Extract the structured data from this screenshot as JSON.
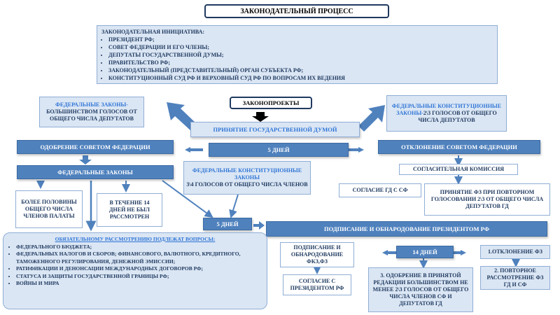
{
  "title": "ЗАКОНОДАТЕЛЬНЫЙ ПРОЦЕСС",
  "initiative": {
    "heading": "ЗАКОНОДАТЕЛЬНАЯ ИНИЦИАТИВА:",
    "items": [
      "ПРЕЗИДЕНТ РФ;",
      "СОВЕТ ФЕДЕРАЦИИ И ЕГО ЧЛЕНЫ;",
      "ДЕПУТАТЫ ГОСУДАРСТВЕННОЙ ДУМЫ;",
      "ПРАВИТЕЛЬСТВО РФ;",
      "ЗАКОНОДАТЕЛЬНЫЙ (ПРЕДСТАВИТЕЛЬНЫЙ) ОРГАН СУБЪЕКТА РФ;",
      "КОНСТИТУЦИОННЫЙ СУД РФ И ВЕРХОВНЫЙ СУД РФ ПО ВОПРОСАМ ИХ ВЕДЕНИЯ"
    ]
  },
  "bills": "ЗАКОНОПРОЕКТЫ",
  "duma_adoption": "ПРИНЯТИЕ ГОСУДАРСТВЕННОЙ ДУМОЙ",
  "fed_laws_majority": {
    "l1": "ФЕДЕРАЛЬНЫЕ ЗАКОНЫ-",
    "l2": "БОЛЬШИНСТВОМ ГОЛОСОВ ОТ ОБЩЕГО ЧИСЛА ДЕПУТАТОВ"
  },
  "const_laws_two_thirds": {
    "l1": "ФЕДЕРАЛЬНЫЕ КОНСТИТУЦИОННЫЕ",
    "l2": "ЗАКОНЫ-",
    "l3": "2\\3 ГОЛОСОВ ОТ ОБЩЕГО ЧИСЛА ДЕПУТАТОВ"
  },
  "fc_approval": "ОДОБРЕНИЕ СОВЕТОМ ФЕДЕРАЦИИ",
  "five_days_1": "5 ДНЕЙ",
  "fc_rejection": "ОТКЛОНЕНИЕ СОВЕТОМ ФЕДЕРАЦИИ",
  "fed_laws": "ФЕДЕРАЛЬНЫЕ ЗАКОНЫ",
  "const_laws_three_quarters": {
    "l1": "ФЕДЕРАЛЬНЫЕ КОНСТИТУЦИОННЫЕ ЗАКОНЫ",
    "l2": "3\\4 ГОЛОСОВ ОТ ОБЩЕГО ЧИСЛА ЧЛЕНОВ"
  },
  "conciliation": "СОГЛАСИТЕЛЬНАЯ КОМИССИЯ",
  "gd_sf_agreement": "СОГЛАСИЕ ГД С СФ",
  "reconsideration": "ПРИНЯТИЕ ФЗ ПРИ ПОВТОРНОМ ГОЛОСОВАНИИ 2\\3 ОТ ОБЩЕГО ЧИСЛА ДЕПУТАТОВ ГД",
  "more_than_half": "БОЛЕЕ ПОЛОВИНЫ ОБЩЕГО ЧИСЛА ЧЛЕНОВ ПАЛАТЫ",
  "fourteen_days_not_reviewed": "В ТЕЧЕНИЕ 14 ДНЕЙ НЕ БЫЛ РАССМОТРЕН",
  "five_days_2": "5 ДНЕЙ",
  "president_sign": "ПОДПИСАНИЕ И ОБНАРОДОВАНИЕ ПРЕЗИДЕНТОМ РФ",
  "mandatory": {
    "heading": "ОБЯЗАТЕЛЬНОМУ РАССМОТРЕНИЮ ПОДЛЕЖАТ ВОПРОСЫ:",
    "items": [
      "ФЕДЕРАЛЬНОГО БЮДЖЕТА;",
      "ФЕДЕРАЛЬНЫХ НАЛОГОВ И СБОРОВ; ФИНАНСОВОГО, ВАЛЮТНОГО, КРЕДИТНОГО, ТАМОЖЕННОГО РЕГУЛИРОВАНИЯ, ДЕНЕЖНОЙ ЭМИССИИ;",
      "РАТИФИКАЦИИ И ДЕНОНСАЦИИ МЕЖДУНАРОДНЫХ ДОГОВОРОВ РФ;",
      "СТАТУСА И ЗАЩИТЫ ГОСУДАРСТВЕННОЙ ГРАНИЦЫ РФ;",
      "ВОЙНЫ И МИРА"
    ]
  },
  "sign_fkz": "ПОДПИСАНИЕ И ОБНАРОДОВАНИЕ ФКЗ,ФЗ",
  "fourteen_days": "14 ДНЕЙ",
  "rejection_fz": "1.ОТКЛОНЕНИЕ ФЗ",
  "repeat_review": "2. ПОВТОРНОЕ РАССМОТРЕНИЕ ФЗ ГД И СФ",
  "president_agreement": "СОГЛАСИЕ С ПРЕЗИДЕНТОМ РФ",
  "approval_edited": "3. ОДОБРЕНИЕ В ПРИНЯТОЙ РЕДАКЦИИ БОЛЬШИНСТВОМ НЕ МЕНЕЕ 2\\3 ГОЛОСОВ ОТ ОБЩЕГО ЧИСЛА ЧЛЕНОВ СФ И ДЕПУТАТОВ ГД",
  "colors": {
    "light": "#dbe6f4",
    "medium": "#4f81bd",
    "dark": "#1f3a60",
    "accent": "#2f75d6"
  }
}
